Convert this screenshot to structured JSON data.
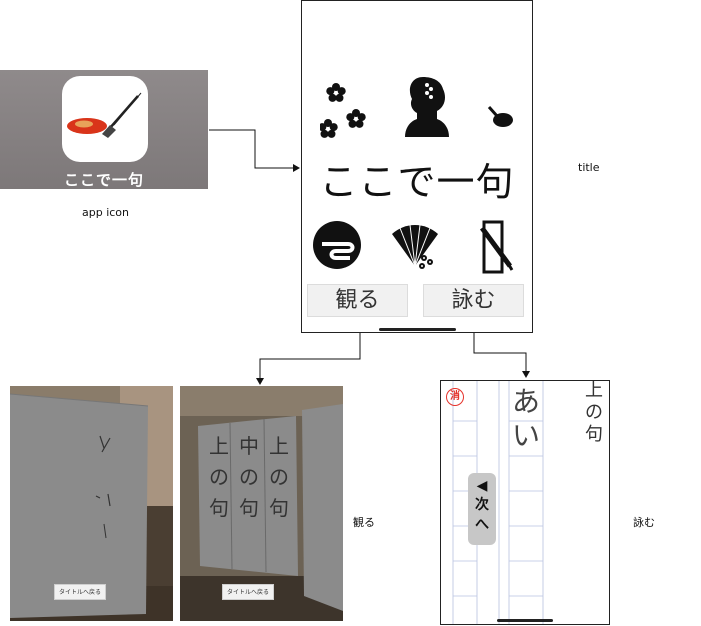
{
  "app_icon": {
    "name_on_icon": "ここで一句",
    "caption": "app icon"
  },
  "title_screen": {
    "title": "ここで一句",
    "caption": "title",
    "buttons": {
      "watch": "観る",
      "compose": "詠む"
    },
    "icons": [
      "sakura-icon",
      "geisha-silhouette-icon",
      "teapot-icon",
      "circle-wave-icon",
      "folding-fan-icon",
      "brush-frame-icon"
    ]
  },
  "watch_screen": {
    "caption": "観る",
    "back_button_label": "タイトルへ戻る",
    "card_cells": [
      "上",
      "の",
      "句",
      "中",
      "の",
      "句",
      "上",
      "の",
      "句"
    ]
  },
  "compose_screen": {
    "caption": "詠む",
    "erase_label": "消",
    "written_chars": [
      "あ",
      "い"
    ],
    "verse_label": [
      "上",
      "の",
      "句"
    ],
    "next_button": {
      "arrow": "◀",
      "label": [
        "次",
        "へ"
      ]
    }
  },
  "colors": {
    "accent_red": "#e5322b",
    "brush_red": "#d9341a",
    "brush_orange": "#e8a35a"
  }
}
